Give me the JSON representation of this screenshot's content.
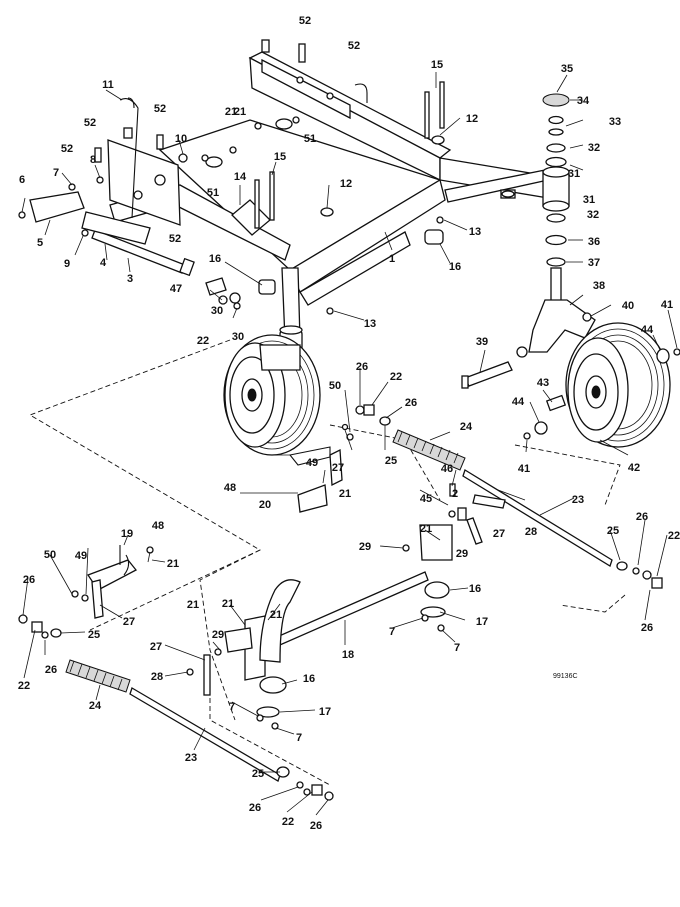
{
  "diagram_code": "99136C",
  "parts": [
    {
      "num": "1"
    },
    {
      "num": "2"
    },
    {
      "num": "3"
    },
    {
      "num": "4"
    },
    {
      "num": "5"
    },
    {
      "num": "6"
    },
    {
      "num": "7"
    },
    {
      "num": "7"
    },
    {
      "num": "7"
    },
    {
      "num": "7"
    },
    {
      "num": "7"
    },
    {
      "num": "8"
    },
    {
      "num": "9"
    },
    {
      "num": "10"
    },
    {
      "num": "11"
    },
    {
      "num": "12"
    },
    {
      "num": "12"
    },
    {
      "num": "13"
    },
    {
      "num": "13"
    },
    {
      "num": "14"
    },
    {
      "num": "15"
    },
    {
      "num": "15"
    },
    {
      "num": "16"
    },
    {
      "num": "16"
    },
    {
      "num": "16"
    },
    {
      "num": "16"
    },
    {
      "num": "17"
    },
    {
      "num": "17"
    },
    {
      "num": "18"
    },
    {
      "num": "19"
    },
    {
      "num": "20"
    },
    {
      "num": "21"
    },
    {
      "num": "21"
    },
    {
      "num": "21"
    },
    {
      "num": "21"
    },
    {
      "num": "21"
    },
    {
      "num": "21"
    },
    {
      "num": "21"
    },
    {
      "num": "21"
    },
    {
      "num": "22"
    },
    {
      "num": "22"
    },
    {
      "num": "22"
    },
    {
      "num": "22"
    },
    {
      "num": "22"
    },
    {
      "num": "23"
    },
    {
      "num": "23"
    },
    {
      "num": "24"
    },
    {
      "num": "24"
    },
    {
      "num": "25"
    },
    {
      "num": "25"
    },
    {
      "num": "25"
    },
    {
      "num": "25"
    },
    {
      "num": "26"
    },
    {
      "num": "26"
    },
    {
      "num": "26"
    },
    {
      "num": "26"
    },
    {
      "num": "26"
    },
    {
      "num": "26"
    },
    {
      "num": "26"
    },
    {
      "num": "26"
    },
    {
      "num": "27"
    },
    {
      "num": "27"
    },
    {
      "num": "27"
    },
    {
      "num": "27"
    },
    {
      "num": "28"
    },
    {
      "num": "28"
    },
    {
      "num": "29"
    },
    {
      "num": "29"
    },
    {
      "num": "29"
    },
    {
      "num": "30"
    },
    {
      "num": "30"
    },
    {
      "num": "31"
    },
    {
      "num": "31"
    },
    {
      "num": "32"
    },
    {
      "num": "32"
    },
    {
      "num": "33"
    },
    {
      "num": "34"
    },
    {
      "num": "35"
    },
    {
      "num": "36"
    },
    {
      "num": "37"
    },
    {
      "num": "38"
    },
    {
      "num": "39"
    },
    {
      "num": "40"
    },
    {
      "num": "41"
    },
    {
      "num": "41"
    },
    {
      "num": "42"
    },
    {
      "num": "43"
    },
    {
      "num": "44"
    },
    {
      "num": "44"
    },
    {
      "num": "45"
    },
    {
      "num": "46"
    },
    {
      "num": "47"
    },
    {
      "num": "48"
    },
    {
      "num": "48"
    },
    {
      "num": "49"
    },
    {
      "num": "49"
    },
    {
      "num": "50"
    },
    {
      "num": "50"
    },
    {
      "num": "51"
    },
    {
      "num": "51"
    },
    {
      "num": "52"
    },
    {
      "num": "52"
    },
    {
      "num": "52"
    },
    {
      "num": "52"
    },
    {
      "num": "52"
    },
    {
      "num": "52"
    }
  ]
}
